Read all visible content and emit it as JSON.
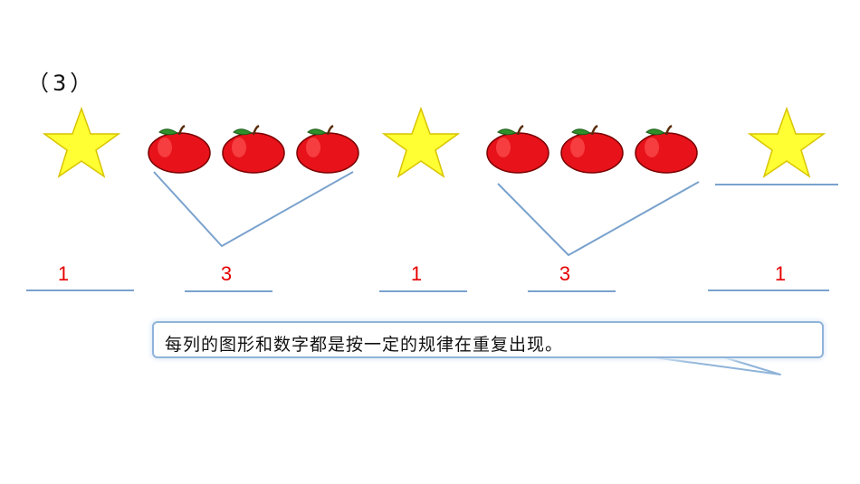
{
  "question": {
    "label": "（3）"
  },
  "sequence": [
    {
      "shape": "star"
    },
    {
      "shape": "apple"
    },
    {
      "shape": "apple"
    },
    {
      "shape": "apple"
    },
    {
      "shape": "star"
    },
    {
      "shape": "apple"
    },
    {
      "shape": "apple"
    },
    {
      "shape": "apple"
    },
    {
      "shape": "star"
    }
  ],
  "answers": [
    "1",
    "3",
    "1",
    "3",
    "1"
  ],
  "callout": {
    "text": "每列的图形和数字都是按一定的规律在重复出现。"
  },
  "colors": {
    "star_fill": "#ffff33",
    "star_stroke": "#d9c400",
    "apple_red": "#e8121b",
    "leaf_green": "#2f8f2a",
    "answer_red": "#e60000",
    "line_blue": "#7aa2cd"
  }
}
